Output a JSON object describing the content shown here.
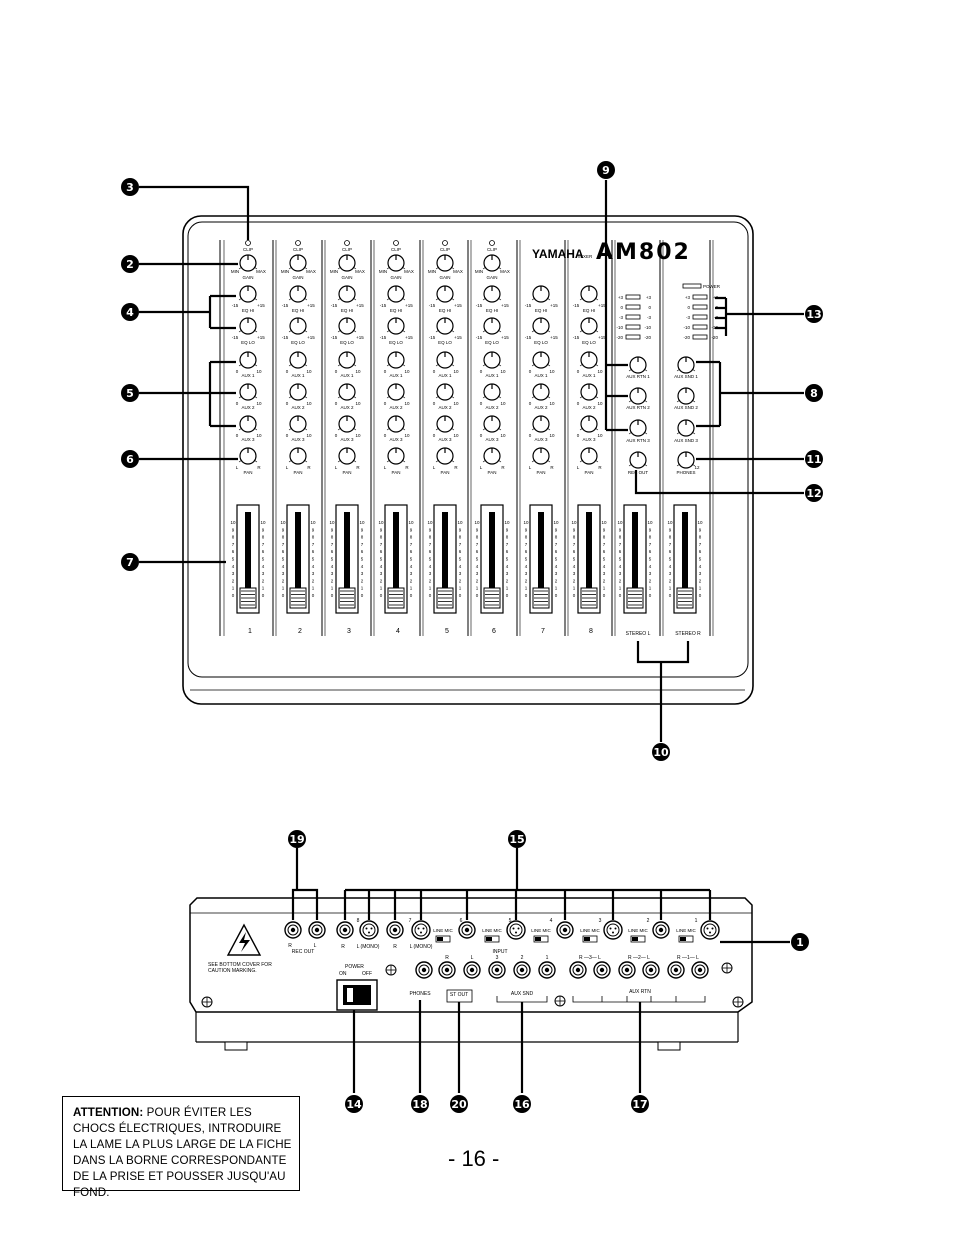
{
  "page_number": "- 16 -",
  "attention": {
    "label": "ATTENTION:",
    "text": " POUR ÉVITER LES CHOCS ÉLECTRIQUES, INTRODUIRE LA LAME LA PLUS LARGE DE LA FICHE DANS LA BORNE CORRESPONDANTE DE LA PRISE ET POUSSER JUSQU'AU FOND."
  },
  "brand": {
    "name": "YAMAHA",
    "type": "MIXER",
    "model": "AM802"
  },
  "channel": {
    "clip": "CLIP",
    "gain": "GAIN",
    "eq_hi": "EQ HI",
    "eq_lo": "EQ LO",
    "aux1": "AUX 1",
    "aux2": "AUX 2",
    "aux3": "AUX 3",
    "pan": "PAN",
    "min": "MIN",
    "max": "MAX",
    "minus15": "-15",
    "plus15": "+15",
    "zero": "0",
    "ten": "10",
    "l": "L",
    "r": "R"
  },
  "channel_numbers": [
    "1",
    "2",
    "3",
    "4",
    "5",
    "6",
    "7",
    "8"
  ],
  "fader_scale": [
    "10",
    "9",
    "8",
    "7",
    "6",
    "5",
    "4",
    "3",
    "2",
    "1",
    "0"
  ],
  "master": {
    "power": "POWER",
    "meter_scale": [
      "+3",
      "0",
      "-3",
      "-10",
      "-20"
    ],
    "aux_rtn1": "AUX RTN 1",
    "aux_rtn2": "AUX RTN 2",
    "aux_rtn3": "AUX RTN 3",
    "rec_out": "REC OUT",
    "aux_snd1": "AUX SND 1",
    "aux_snd2": "AUX SND 2",
    "aux_snd3": "AUX SND 3",
    "phones": "PHONES",
    "twelve": "12",
    "stereo_l": "STEREO L",
    "stereo_r": "STEREO R"
  },
  "rear": {
    "rec_out": "REC OUT",
    "r": "R",
    "l": "L",
    "l_mono": "L (MONO)",
    "line_mic": "LINE MIC",
    "input": "INPUT",
    "input_numbers": [
      "8",
      "7",
      "6",
      "5",
      "4",
      "3",
      "2",
      "1"
    ],
    "caution": "SEE BOTTOM COVER FOR CAUTION MARKING.",
    "power": "POWER",
    "on": "ON",
    "off": "OFF",
    "phones": "PHONES",
    "st_out": "ST OUT",
    "aux_snd": "AUX SND",
    "aux_rtn": "AUX RTN",
    "aux_snd_nums": [
      "3",
      "2",
      "1"
    ],
    "aux_rtn_labels": [
      "R —3— L",
      "R —2— L",
      "R —1— L"
    ]
  },
  "callouts": [
    "1",
    "2",
    "3",
    "4",
    "5",
    "6",
    "7",
    "8",
    "9",
    "10",
    "11",
    "12",
    "13",
    "14",
    "15",
    "16",
    "17",
    "18",
    "19",
    "20"
  ]
}
